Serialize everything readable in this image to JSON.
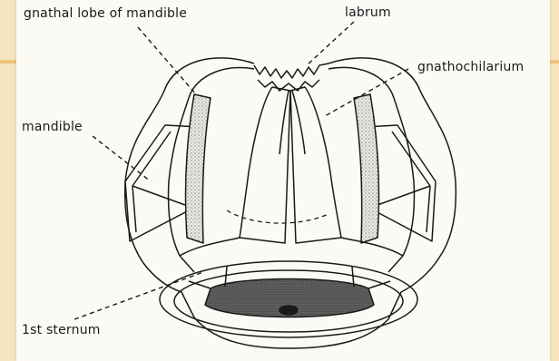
{
  "labels": {
    "gnathal_lobe": "gnathal lobe of mandible",
    "labrum": "labrum",
    "gnathochilarium": "gnathochilarium",
    "mandible": "mandible",
    "sternum": "1st sternum"
  },
  "colors": {
    "slide_background": "#f6e6c0",
    "accent": "#e79a3a",
    "figure_background": "#fbfaf4",
    "ink": "#1a1a1a"
  }
}
